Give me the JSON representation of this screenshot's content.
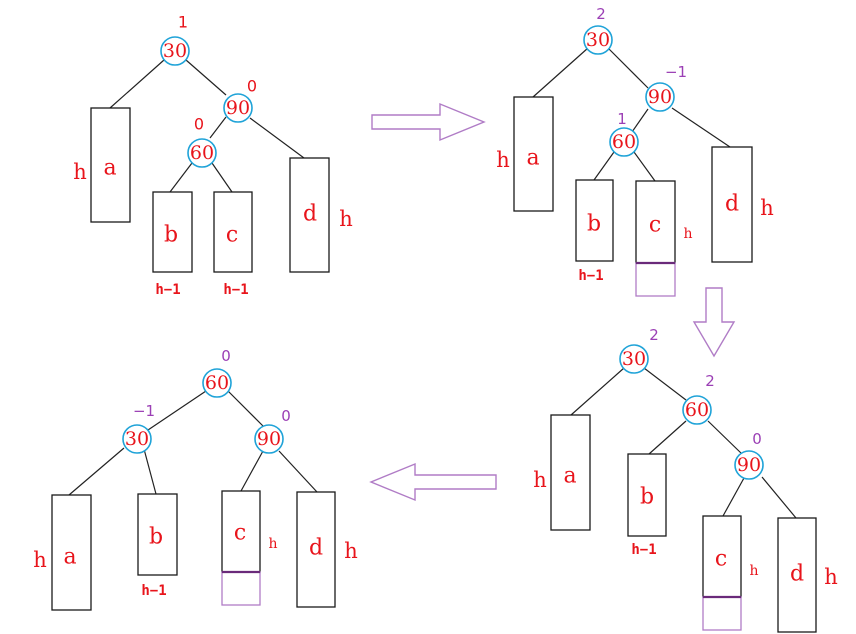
{
  "diagram": {
    "panels": [
      {
        "id": "panel-1",
        "nodes": [
          {
            "id": "n30",
            "label": "30",
            "bf": "1"
          },
          {
            "id": "n90",
            "label": "90",
            "bf": "0"
          },
          {
            "id": "n60",
            "label": "60",
            "bf": "0"
          }
        ],
        "subtrees": [
          {
            "id": "a",
            "label": "a",
            "height": "h"
          },
          {
            "id": "b",
            "label": "b",
            "height": "h−1"
          },
          {
            "id": "c",
            "label": "c",
            "height": "h−1"
          },
          {
            "id": "d",
            "label": "d",
            "height": "h"
          }
        ]
      },
      {
        "id": "panel-2",
        "nodes": [
          {
            "id": "n30",
            "label": "30",
            "bf": "2"
          },
          {
            "id": "n90",
            "label": "90",
            "bf": "−1"
          },
          {
            "id": "n60",
            "label": "60",
            "bf": "1"
          }
        ],
        "subtrees": [
          {
            "id": "a",
            "label": "a",
            "height": "h"
          },
          {
            "id": "b",
            "label": "b",
            "height": "h−1"
          },
          {
            "id": "c",
            "label": "c",
            "height": "h"
          },
          {
            "id": "d",
            "label": "d",
            "height": "h"
          }
        ]
      },
      {
        "id": "panel-3",
        "nodes": [
          {
            "id": "n30",
            "label": "30",
            "bf": "2"
          },
          {
            "id": "n60",
            "label": "60",
            "bf": "2"
          },
          {
            "id": "n90",
            "label": "90",
            "bf": "0"
          }
        ],
        "subtrees": [
          {
            "id": "a",
            "label": "a",
            "height": "h"
          },
          {
            "id": "b",
            "label": "b",
            "height": "h−1"
          },
          {
            "id": "c",
            "label": "c",
            "height": "h"
          },
          {
            "id": "d",
            "label": "d",
            "height": "h"
          }
        ]
      },
      {
        "id": "panel-4",
        "nodes": [
          {
            "id": "n60",
            "label": "60",
            "bf": "0"
          },
          {
            "id": "n30",
            "label": "30",
            "bf": "−1"
          },
          {
            "id": "n90",
            "label": "90",
            "bf": "0"
          }
        ],
        "subtrees": [
          {
            "id": "a",
            "label": "a",
            "height": "h"
          },
          {
            "id": "b",
            "label": "b",
            "height": "h−1"
          },
          {
            "id": "c",
            "label": "c",
            "height": "h"
          },
          {
            "id": "d",
            "label": "d",
            "height": "h"
          }
        ]
      }
    ],
    "colors": {
      "node_text": "#e8141b",
      "node_ring": "#1fa3d8",
      "balance_factor_initial": "#e8141b",
      "balance_factor_updated": "#9b3fb5",
      "arrow_outline": "#b07cc6"
    }
  }
}
